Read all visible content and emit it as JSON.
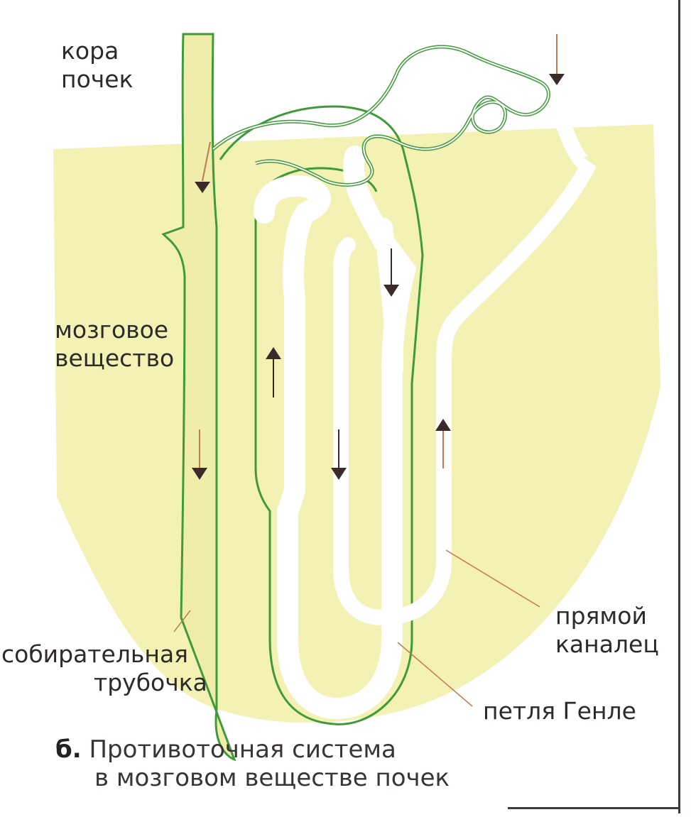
{
  "labels": {
    "cortex_line1": "кора",
    "cortex_line2": "почек",
    "medulla_line1": "мозговое",
    "medulla_line2": "вещество",
    "collecting_line1": "собирательная",
    "collecting_line2": "трубочка",
    "vasa_line1": "прямой",
    "vasa_line2": "каналец",
    "loop": "петля Генле"
  },
  "caption": {
    "number": "б.",
    "line1": "Противоточная система",
    "line2": "в мозговом веществе почек"
  },
  "colors": {
    "medulla_fill": "#f4f1b4",
    "tubule_stroke": "#3f9a3a",
    "vessel_fill": "#ffffff",
    "arrow": "#3a2a2a",
    "leader": "#c07a55"
  }
}
